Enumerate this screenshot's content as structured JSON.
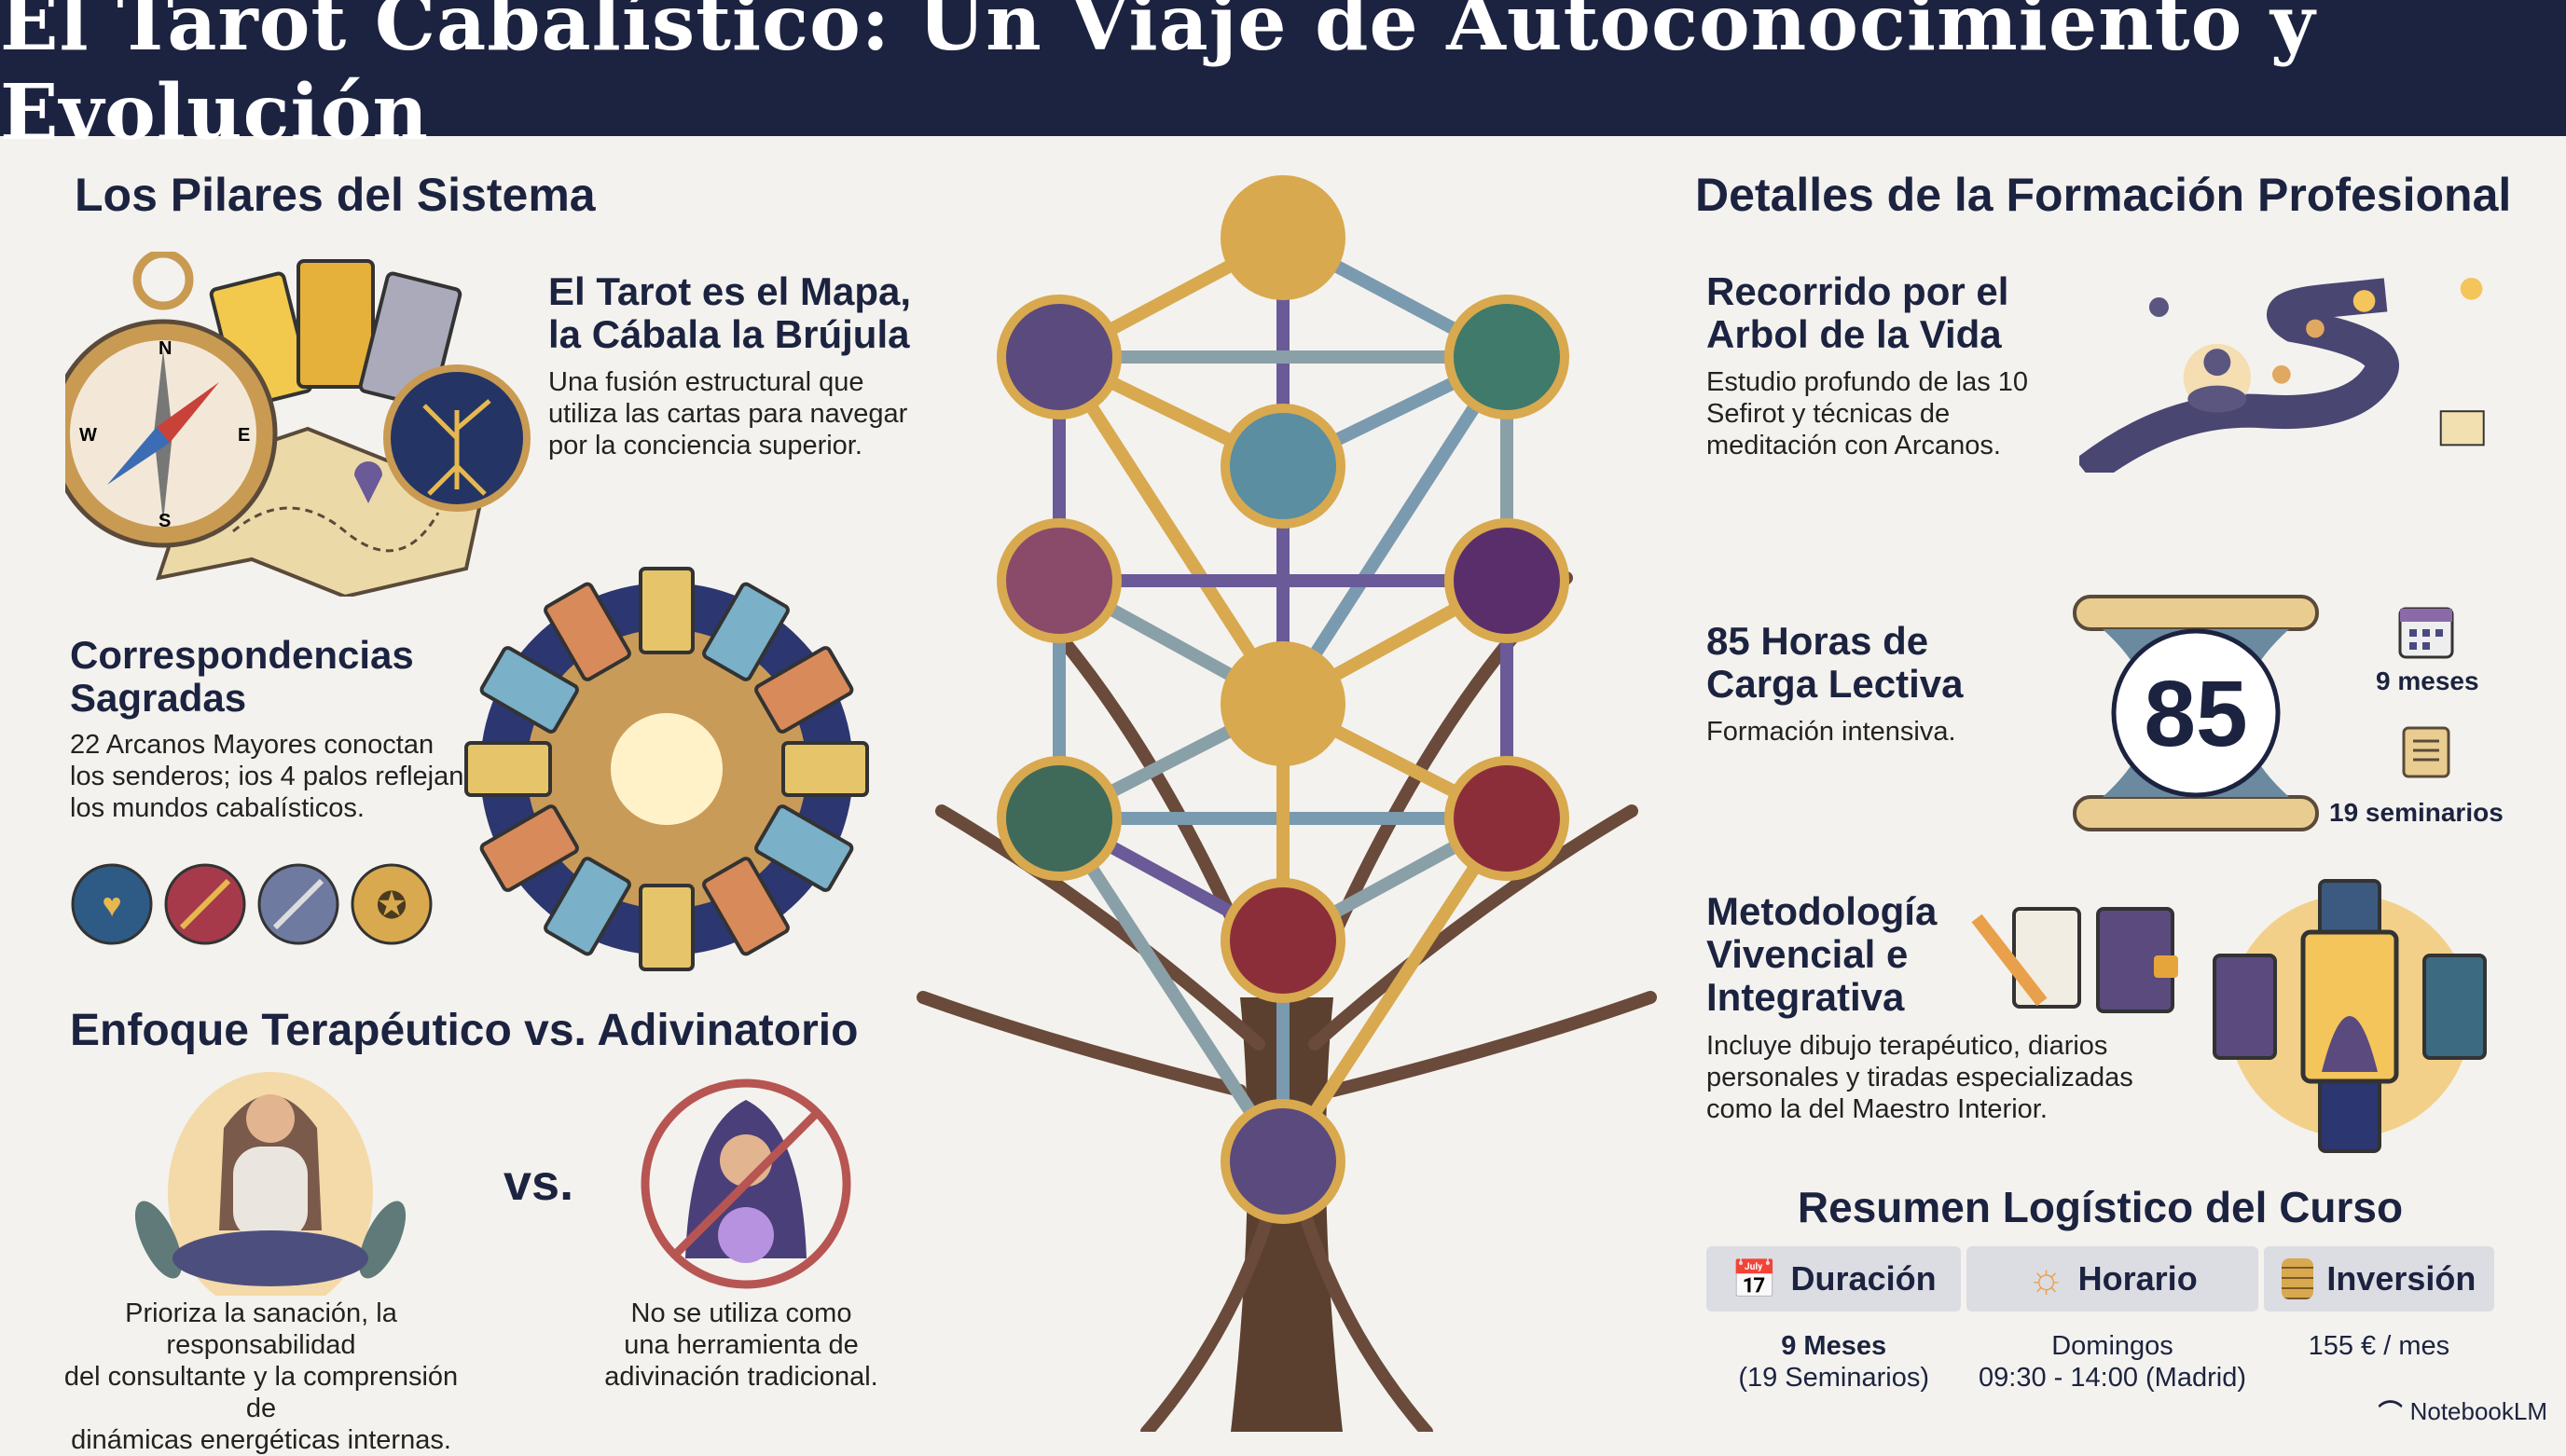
{
  "title": "El Tarot Cabalístico: Un Viaje de Autoconocimiento y Evolución",
  "left": {
    "heading": "Los Pilares del Sistema",
    "map": {
      "title_l1": "El Tarot es el Mapa,",
      "title_l2": "la Cábala la Brújula",
      "body_l1": "Una fusión estructural que",
      "body_l2": "utiliza las cartas para navegar",
      "body_l3": "por la conciencia superior.",
      "compass": {
        "n": "N",
        "s": "S",
        "e": "E",
        "w": "W"
      }
    },
    "corr": {
      "title_l1": "Correspondencias",
      "title_l2": "Sagradas",
      "body_l1": "22 Arcanos Mayores conoctan",
      "body_l2": "los senderos; ios 4 palos reflejan",
      "body_l3": "los mundos cabalísticos."
    },
    "approach": {
      "heading": "Enfoque Terapéutico vs. Adivinatorio",
      "vs": "vs.",
      "left_l1": "Prioriza la sanación, la responsabilidad",
      "left_l2": "del consultante y la comprensión de",
      "left_l3": "dinámicas energéticas internas.",
      "right_l1": "No se utiliza como",
      "right_l2": "una herramienta de",
      "right_l3": "adivinación tradicional."
    }
  },
  "right": {
    "heading": "Detalles de la Formación Profesional",
    "path": {
      "title_l1": "Recorrido por el",
      "title_l2": "Arbol de la Vida",
      "body_l1": "Estudio profundo de las 10",
      "body_l2": "Sefirot y técnicas de",
      "body_l3": "meditación con Arcanos."
    },
    "hours": {
      "title_l1": "85 Horas de",
      "title_l2": "Carga Lectiva",
      "body": "Formación intensiva.",
      "number": "85",
      "months": "9 meses",
      "seminars": "19 seminarios"
    },
    "method": {
      "title_l1": "Metodología",
      "title_l2": "Vivencial e",
      "title_l3": "Integrativa",
      "body_l1": "Incluye dibujo terapéutico, diarios",
      "body_l2": "personales y tiradas especializadas",
      "body_l3": "como la del Maestro Interior."
    },
    "summary": {
      "heading": "Resumen Logístico del Curso",
      "cols": [
        {
          "label": "Duración",
          "icon": "calendar-clock-icon",
          "v1": "9 Meses",
          "v2": "(19 Seminarios)"
        },
        {
          "label": "Horario",
          "icon": "sun-icon",
          "v1": "Domingos",
          "v2": "09:30 - 14:00 (Madrid)"
        },
        {
          "label": "Inversión",
          "icon": "coins-icon",
          "v1": "155 € / mes",
          "v2": ""
        }
      ]
    }
  },
  "footer": {
    "brand": "NotebookLM"
  },
  "colors": {
    "navy": "#1c2340",
    "gold": "#d8a94e",
    "purple": "#5b4a7e",
    "teal": "#3f7a6a",
    "red": "#8c2e3a"
  }
}
